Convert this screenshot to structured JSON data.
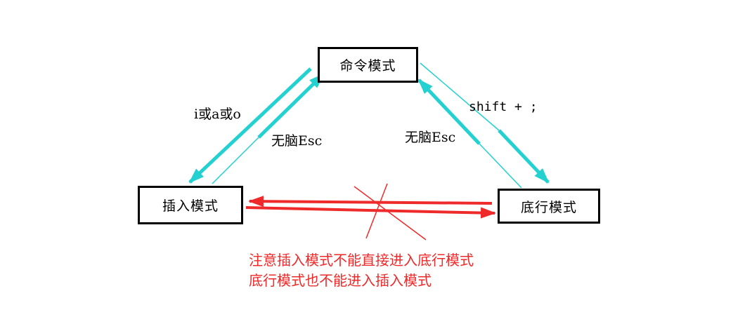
{
  "nodes": {
    "command": "命令模式",
    "insert": "插入模式",
    "bottom": "底行模式"
  },
  "edges": {
    "command_to_insert": "i或a或o",
    "insert_to_command": "无脑Esc",
    "bottom_to_command": "无脑Esc",
    "command_to_bottom": "shift + ;"
  },
  "note": {
    "line1": "注意插入模式不能直接进入底行模式",
    "line2": "底行模式也不能进入插入模式"
  },
  "colors": {
    "cyan_arrow": "#24d1d1",
    "forbidden_arrow": "#ee2a2a",
    "node_border": "#000000"
  }
}
